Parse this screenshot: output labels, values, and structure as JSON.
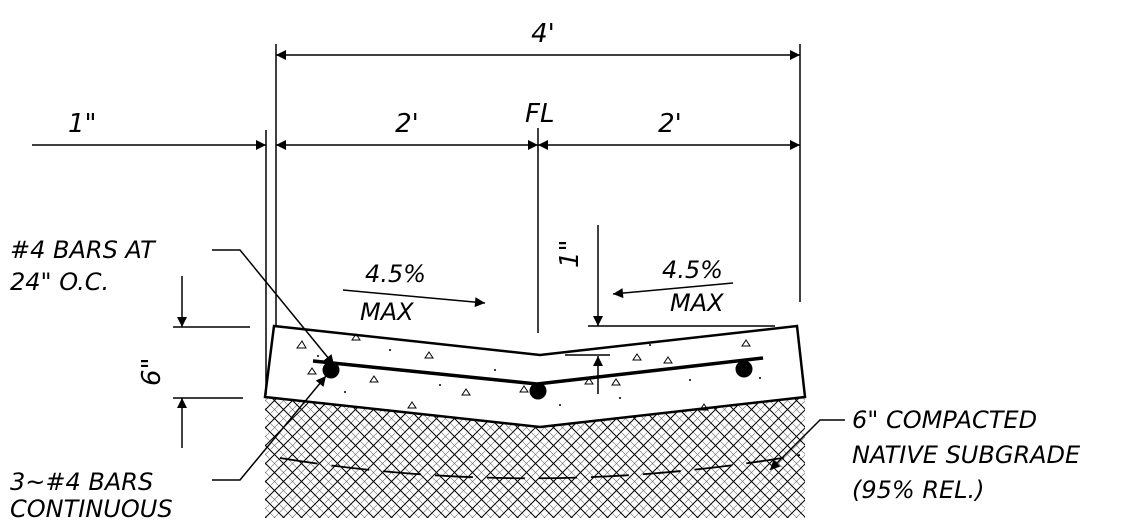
{
  "dimensions": {
    "overall_width": "4'",
    "left_half": "2'",
    "right_half": "2'",
    "left_offset": "1\"",
    "depth": "6\"",
    "crown_drop": "1\""
  },
  "flowline_mark": "FL",
  "slopes": {
    "left": {
      "value": "4.5%",
      "limit": "MAX"
    },
    "right": {
      "value": "4.5%",
      "limit": "MAX"
    }
  },
  "callouts": {
    "top_bars_line1": "#4 BARS AT",
    "top_bars_line2": "24\" O.C.",
    "cont_bars_line1": "3~#4 BARS",
    "cont_bars_line2": "CONTINUOUS",
    "subgrade_line1": "6\" COMPACTED",
    "subgrade_line2": "NATIVE SUBGRADE",
    "subgrade_line3": "(95% REL.)"
  },
  "colors": {
    "line": "#000000",
    "background": "#ffffff"
  }
}
